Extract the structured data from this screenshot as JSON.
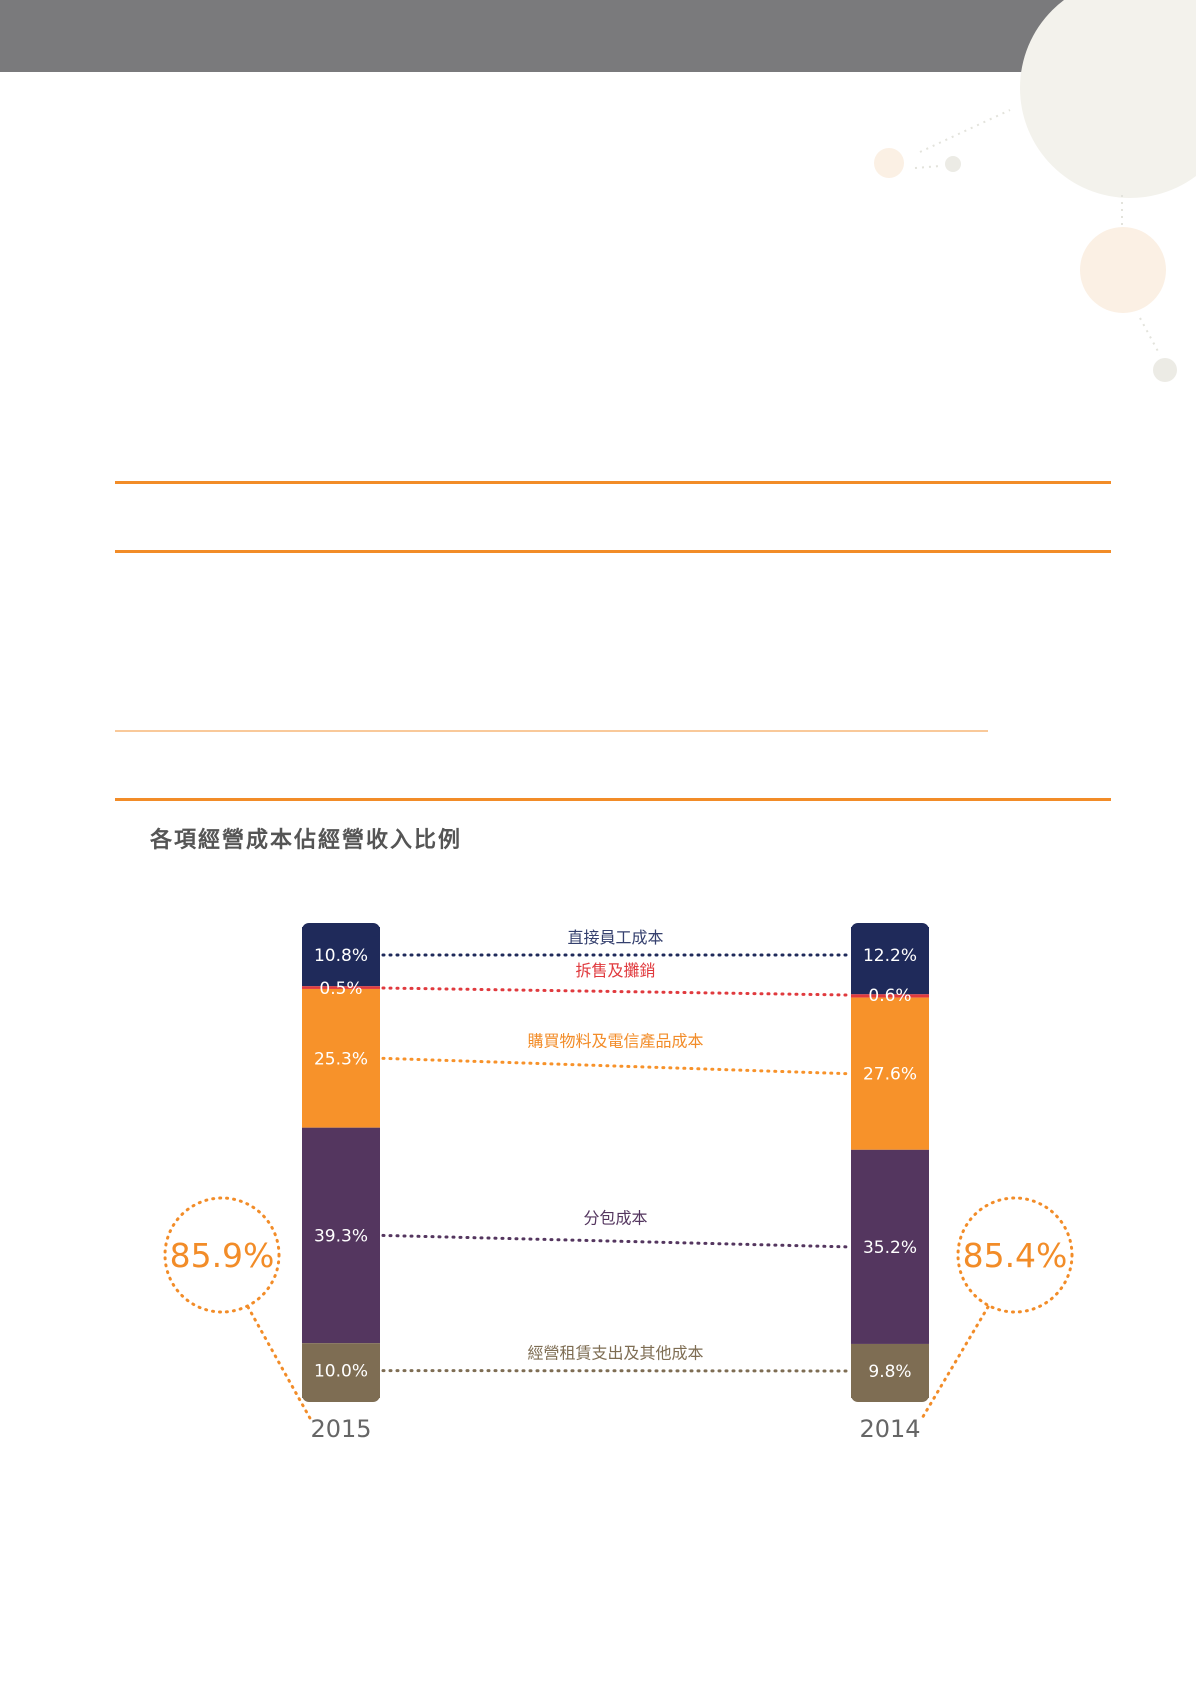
{
  "chart_data": {
    "type": "bar",
    "title": "各項經營成本佔經營收入比例",
    "categories": [
      "2015",
      "2014"
    ],
    "totals": [
      "85.9%",
      "85.4%"
    ],
    "series": [
      {
        "name": "直接員工成本",
        "values": [
          10.8,
          12.2
        ],
        "labels": [
          "10.8%",
          "12.2%"
        ],
        "color": "#1f2a5a",
        "label_color": "#35406e"
      },
      {
        "name": "拆售及攤銷",
        "values": [
          0.5,
          0.6
        ],
        "labels": [
          "0.5%",
          "0.6%"
        ],
        "color": "#e03a3e",
        "label_color": "#e03a3e"
      },
      {
        "name": "購買物料及電信產品成本",
        "values": [
          25.3,
          27.6
        ],
        "labels": [
          "25.3%",
          "27.6%"
        ],
        "color": "#f7922a",
        "label_color": "#f28c28"
      },
      {
        "name": "分包成本",
        "values": [
          39.3,
          35.2
        ],
        "labels": [
          "39.3%",
          "35.2%"
        ],
        "color": "#54365f",
        "label_color": "#54365f"
      },
      {
        "name": "經營租賃支出及其他成本",
        "values": [
          10.0,
          9.8
        ],
        "labels": [
          "10.0%",
          "9.8%"
        ],
        "color": "#7e6d53",
        "label_color": "#7e6d53"
      }
    ],
    "stack_order": "top-to-bottom",
    "accent_color": "#f28c28"
  }
}
